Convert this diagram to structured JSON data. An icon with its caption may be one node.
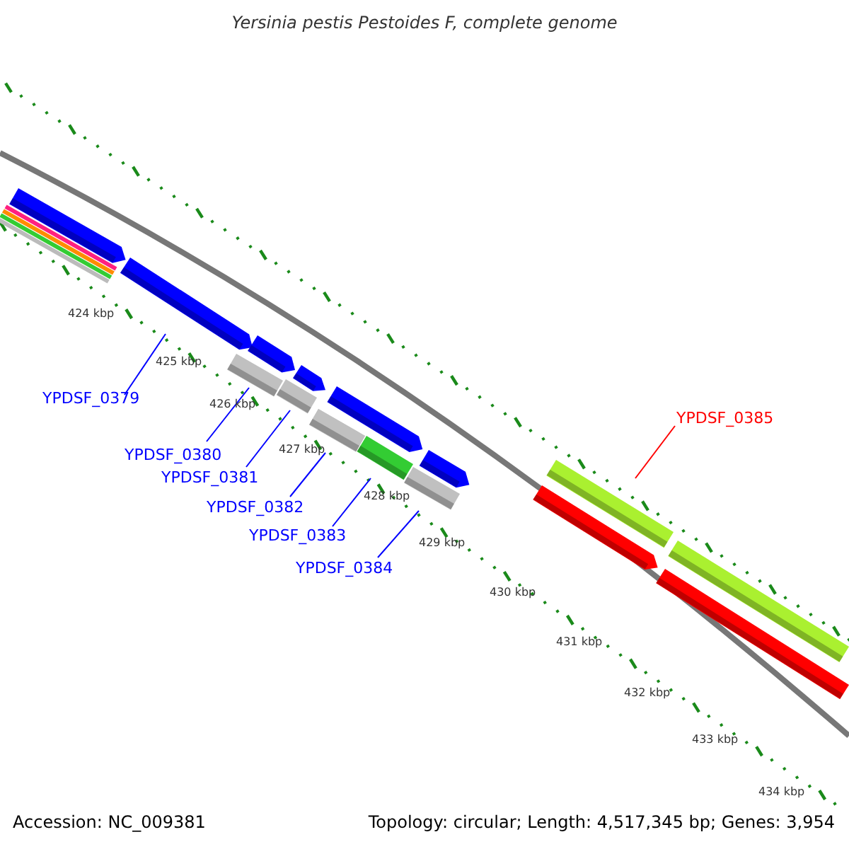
{
  "diagram": {
    "title": "Yersinia pestis Pestoides F, complete genome",
    "nodes": [
      {
        "text": [
          "YPDSF_0379"
        ]
      },
      {
        "text": [
          "YPDSF_0380"
        ]
      },
      {
        "text": [
          "YPDSF_0381"
        ]
      },
      {
        "text": [
          "YPDSF_0382"
        ]
      },
      {
        "text": [
          "YPDSF_0383"
        ]
      },
      {
        "text": [
          "YPDSF_0384"
        ]
      },
      {
        "text": [
          "YPDSF_0385"
        ]
      },
      {
        "text": [],
        "shape": "bar"
      },
      {
        "text": [],
        "shape": "bar"
      },
      {
        "text": [],
        "shape": "bar"
      },
      {
        "text": [],
        "shape": "bar"
      },
      {
        "text": [],
        "shape": "bar"
      },
      {
        "text": [],
        "shape": "bar"
      }
    ],
    "edges": [
      {
        "from": 0,
        "to": null,
        "arrow": "none"
      },
      {
        "from": 1,
        "to": 7,
        "arrow": "none"
      },
      {
        "from": 2,
        "to": 8,
        "arrow": "none"
      },
      {
        "from": 3,
        "to": 9,
        "arrow": "none"
      },
      {
        "from": 4,
        "to": 10,
        "arrow": "none"
      },
      {
        "from": 5,
        "to": 11,
        "arrow": "none"
      },
      {
        "from": 6,
        "to": 12,
        "arrow": "none",
        "color": "#ff0000"
      }
    ],
    "labels": [
      "424 kbp",
      "425 kbp",
      "426 kbp",
      "427 kbp",
      "428 kbp",
      "429 kbp",
      "430 kbp",
      "431 kbp",
      "432 kbp",
      "433 kbp",
      "434 kbp",
      "Accession: NC_009381",
      "Topology: circular; Length: 4,517,345 bp; Genes: 3,954"
    ]
  }
}
